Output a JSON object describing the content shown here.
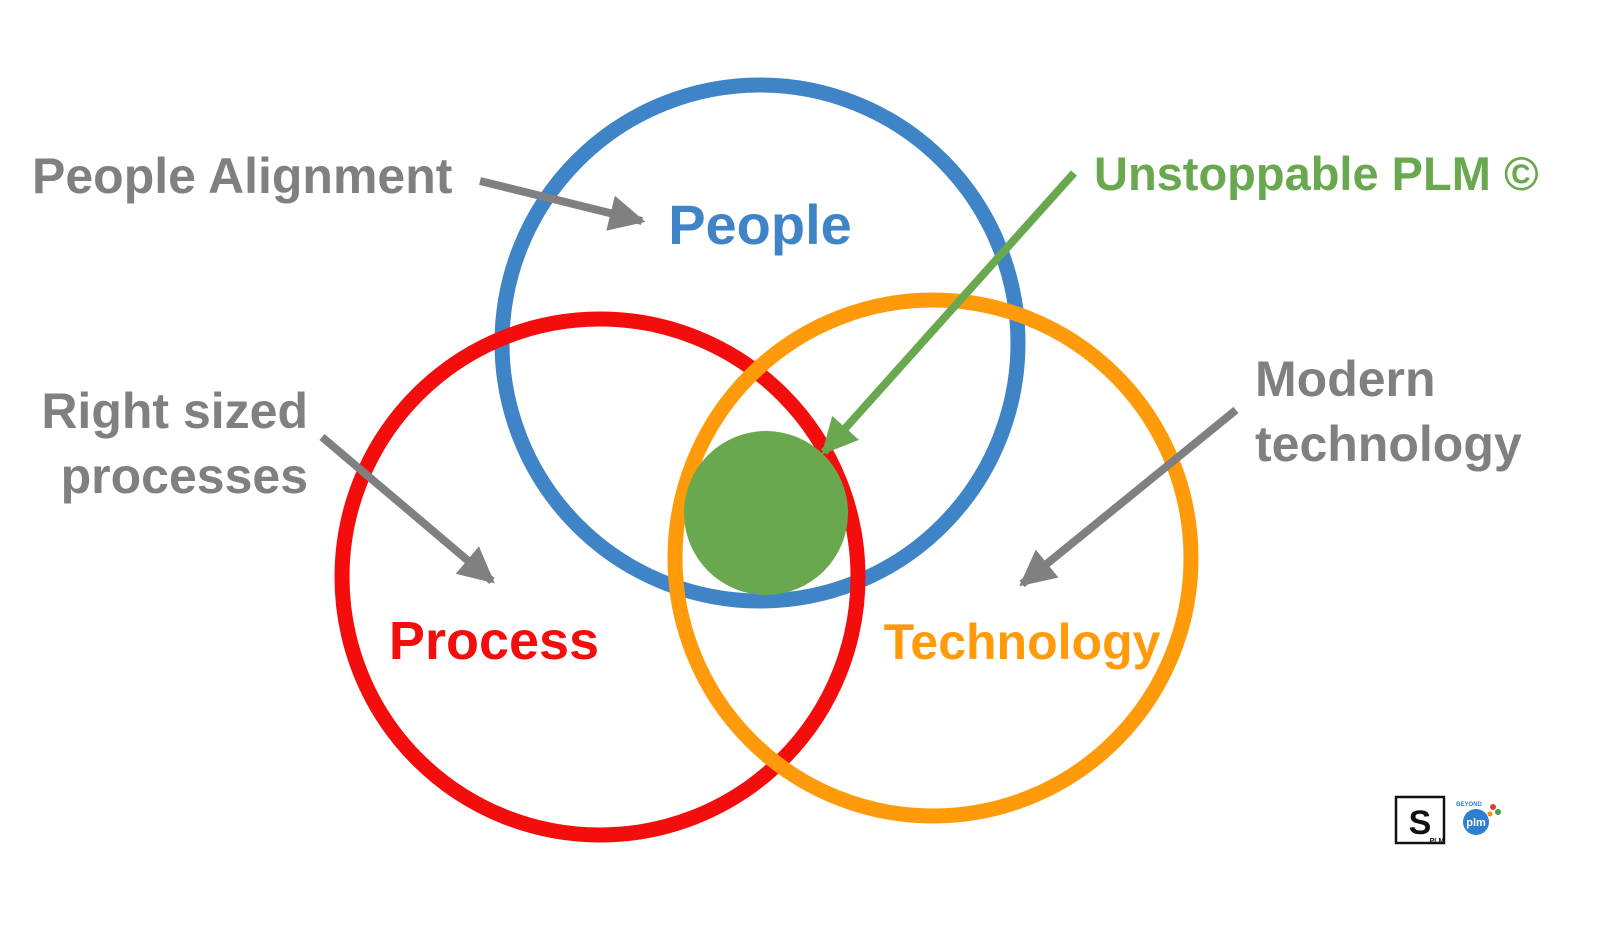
{
  "colors": {
    "people": "#3f84c6",
    "process": "#f40d0d",
    "technology": "#ff9b0a",
    "center": "#6aa84f",
    "callout": "#808080",
    "unstoppable": "#6aa84f",
    "logo_dark": "#111111",
    "logo_blue": "#2f7fd0"
  },
  "circles": {
    "people": {
      "label": "People"
    },
    "process": {
      "label": "Process"
    },
    "technology": {
      "label": "Technology"
    }
  },
  "callouts": {
    "people_alignment": "People Alignment",
    "unstoppable": "Unstoppable PLM ©",
    "right_sized_line1": "Right sized",
    "right_sized_line2": "processes",
    "modern_line1": "Modern",
    "modern_line2": "technology"
  },
  "logos": {
    "splm_letter": "S",
    "splm_caption": "PLM",
    "beyond_caption": "BEYOND",
    "plm_mark": "plm"
  }
}
